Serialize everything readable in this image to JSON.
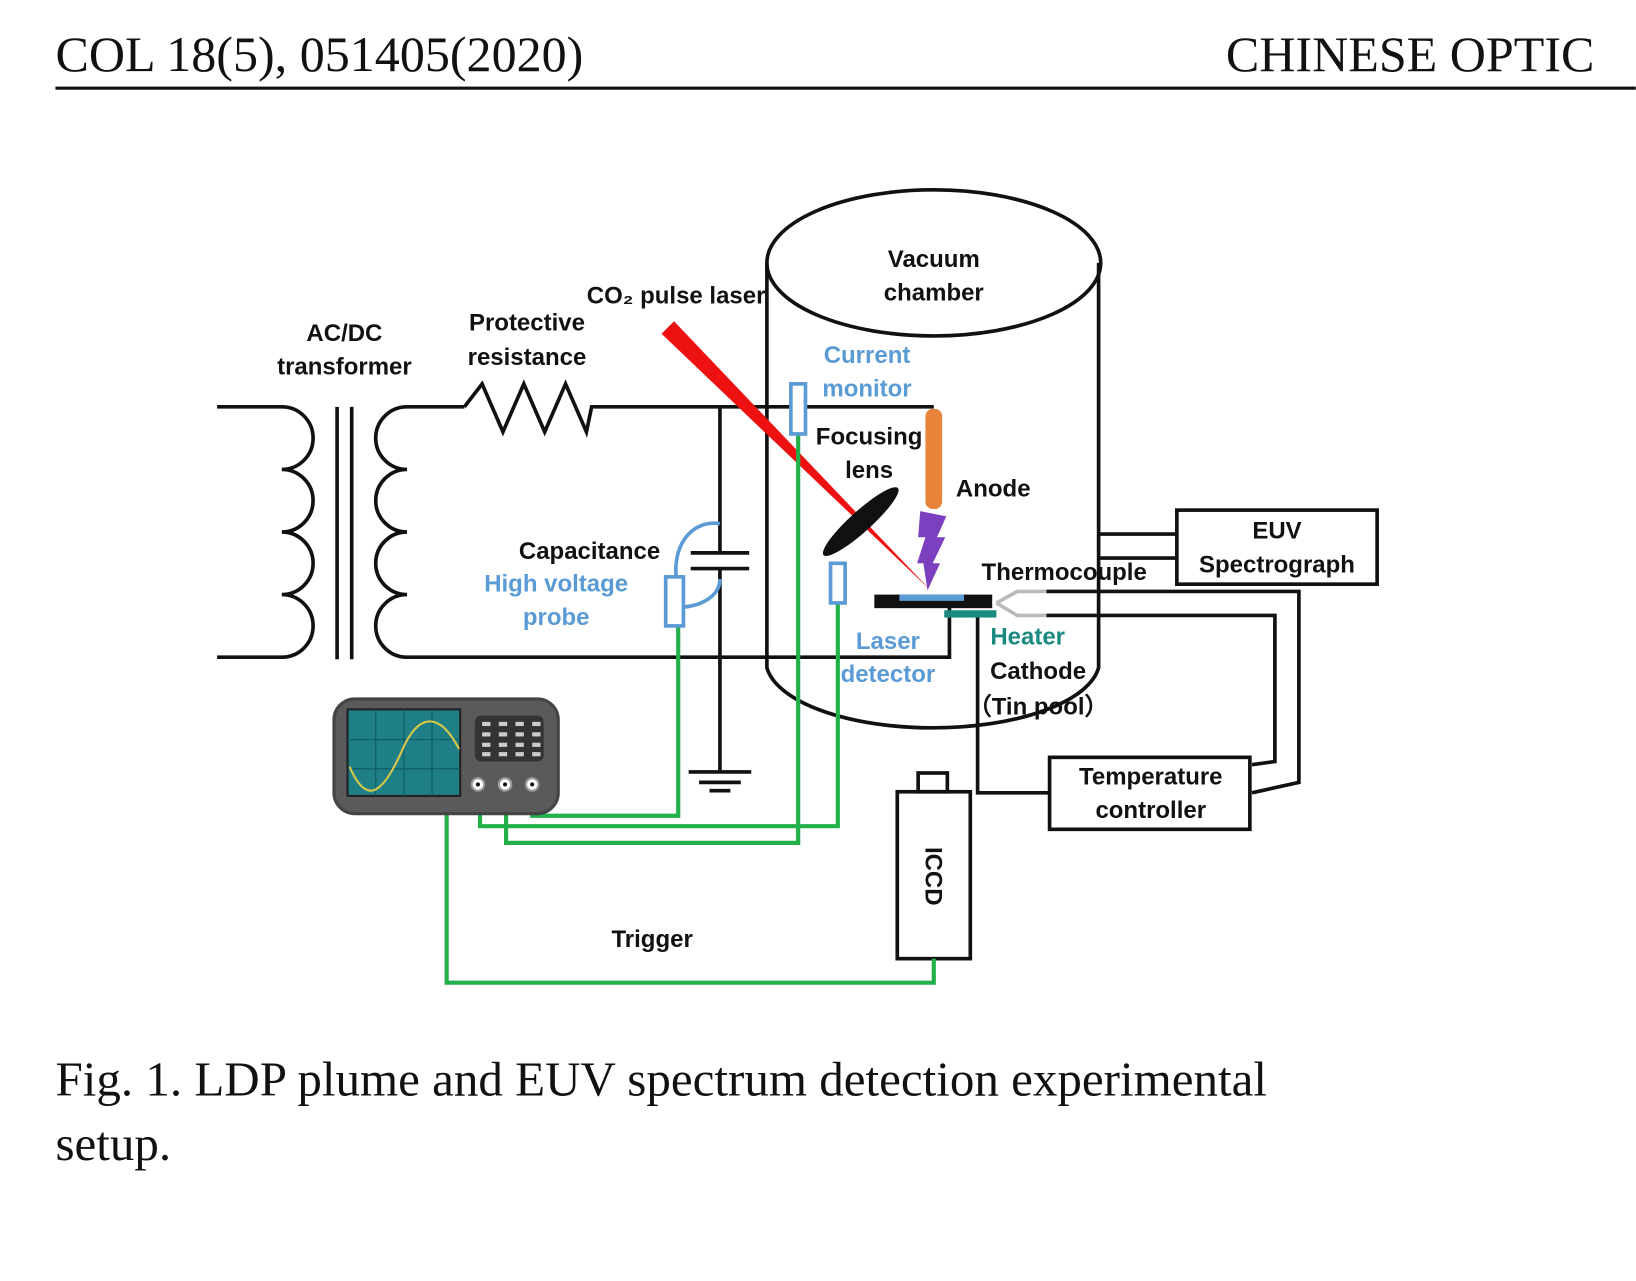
{
  "header": {
    "citation": "COL 18(5), 051405(2020)",
    "citation_volume_bold": "18",
    "journal": "CHINESE OPTIC"
  },
  "figure": {
    "labels": {
      "ac_dc_transformer": [
        "AC/DC",
        "transformer"
      ],
      "protective_resistance": [
        "Protective",
        "resistance"
      ],
      "co2_laser": "CO₂ pulse laser",
      "vacuum_chamber": [
        "Vacuum",
        "chamber"
      ],
      "current_monitor": [
        "Current",
        "monitor"
      ],
      "focusing_lens": [
        "Focusing",
        "lens"
      ],
      "anode": "Anode",
      "capacitance": "Capacitance",
      "high_voltage_probe": [
        "High voltage",
        "probe"
      ],
      "thermocouple": "Thermocouple",
      "euv_spectrograph": [
        "EUV",
        "Spectrograph"
      ],
      "laser_detector": [
        "Laser",
        "detector"
      ],
      "heater": "Heater",
      "cathode": [
        "Cathode",
        "（Tin pool）"
      ],
      "temperature_controller": [
        "Temperature",
        "controller"
      ],
      "trigger": "Trigger",
      "iccd": "ICCD"
    },
    "colors": {
      "laser": "#ee1111",
      "anode": "#e8833a",
      "discharge": "#7b3fbf",
      "probe": "#5b9bd5",
      "signal_wire": "#22b04b",
      "heater": "#1a8a80"
    }
  },
  "caption": {
    "line1": "Fig. 1.  LDP plume and EUV spectrum detection experimental",
    "line2": "setup."
  }
}
